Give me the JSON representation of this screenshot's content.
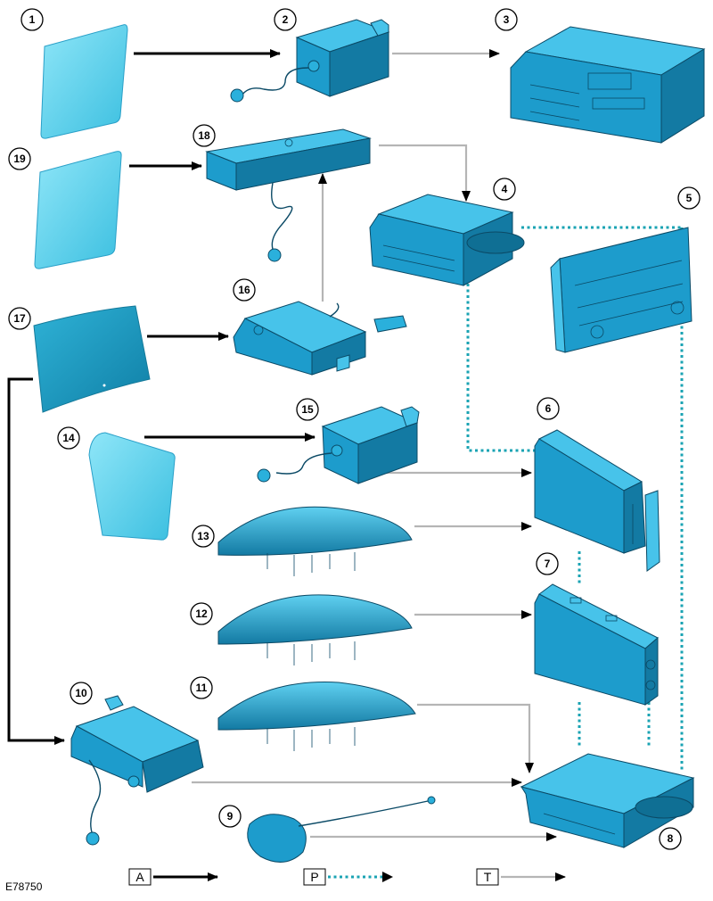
{
  "callouts": {
    "c1": "1",
    "c2": "2",
    "c3": "3",
    "c4": "4",
    "c5": "5",
    "c6": "6",
    "c7": "7",
    "c8": "8",
    "c9": "9",
    "c10": "10",
    "c11": "11",
    "c12": "12",
    "c13": "13",
    "c14": "14",
    "c15": "15",
    "c16": "16",
    "c17": "17",
    "c18": "18",
    "c19": "19"
  },
  "legend": {
    "a": {
      "key": "A",
      "style": "solid black arrow"
    },
    "p": {
      "key": "P",
      "style": "dotted cyan arrow"
    },
    "t": {
      "key": "T",
      "style": "solid grey arrow"
    }
  },
  "figure_code": "E78750",
  "colors": {
    "component_fill": "#1d9ccc",
    "glass_fill": "#6fd6f0",
    "link_a": "#000000",
    "link_p": "#1aa3b3",
    "link_t": "#b5b5b5"
  }
}
